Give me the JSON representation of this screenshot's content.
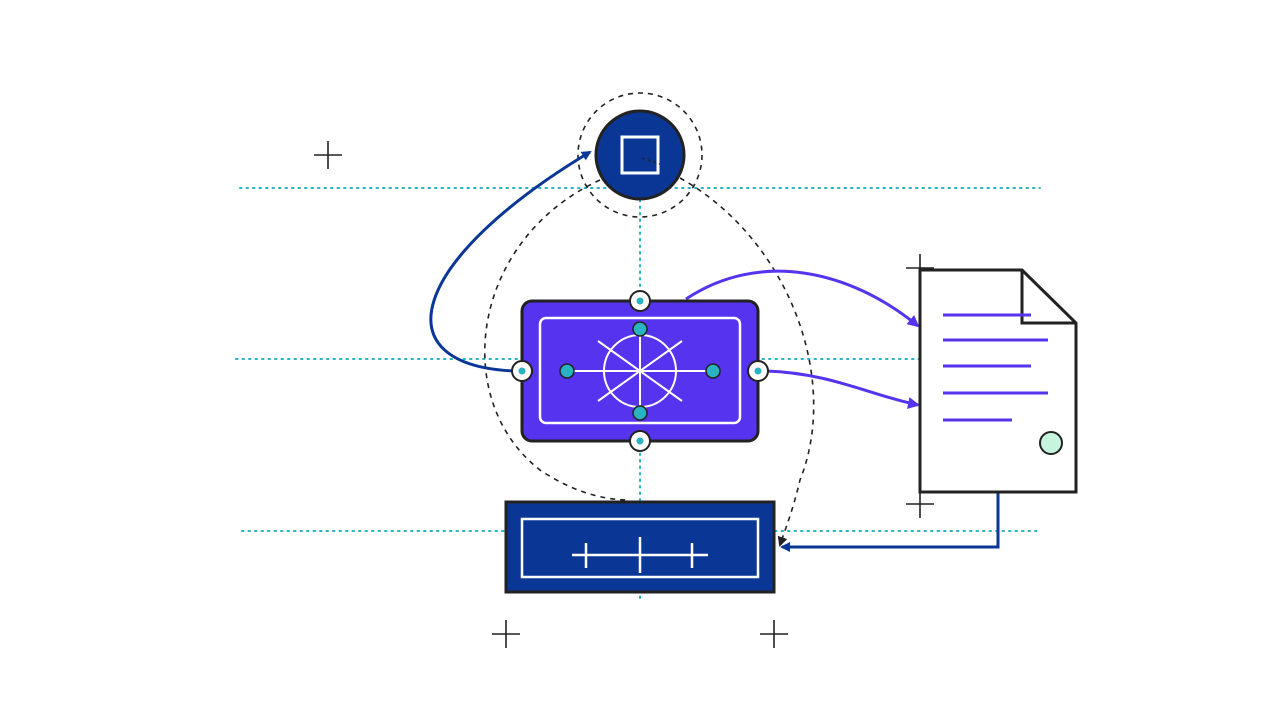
{
  "colors": {
    "background": "#ffffff",
    "navy": "#0a3796",
    "violet": "#5633ee",
    "teal": "#29b3c2",
    "mint": "#c6f5dd",
    "outline": "#222222",
    "white": "#ffffff",
    "guide": "#29b3c2"
  },
  "nodes": {
    "top_circle": {
      "icon": "square-icon"
    },
    "hub": {
      "icon": "wheel-icon"
    },
    "bottom_panel": {
      "icon": "ruler-icon"
    },
    "document": {
      "icon": "document-icon"
    }
  },
  "connections": [
    {
      "from": "hub",
      "to": "top_circle",
      "color": "navy"
    },
    {
      "from": "hub",
      "to": "document",
      "color": "violet"
    },
    {
      "from": "hub",
      "to": "document",
      "color": "violet"
    },
    {
      "from": "document",
      "to": "bottom_panel",
      "color": "navy"
    },
    {
      "from": "top_circle",
      "to": "bottom_panel",
      "color": "outline",
      "style": "dashed"
    }
  ]
}
